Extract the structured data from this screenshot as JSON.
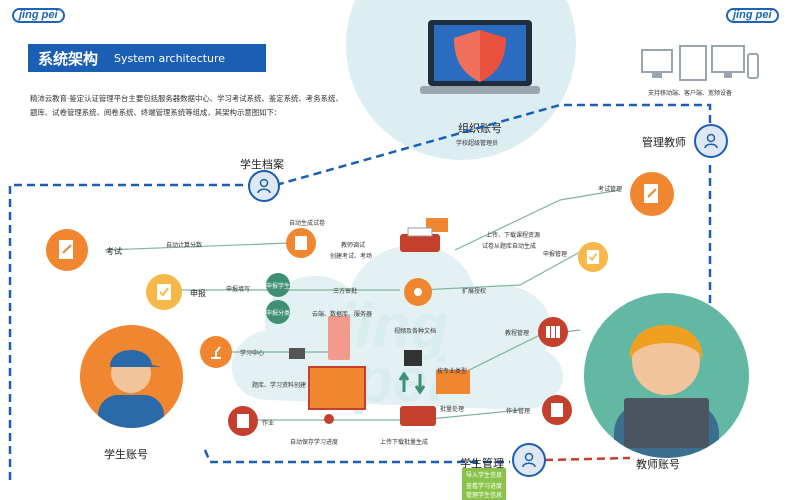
{
  "logo_text": "jing pei",
  "header": {
    "title_zh": "系统架构",
    "title_en": "System architecture"
  },
  "intro": "精沛云教育·鉴定认证管理平台主要包括服务器数据中心、学习考试系统、鉴定系统、考务系统、题库、试卷管理系统、阅卷系统、终端管理系统等组成，其架构示意图如下：",
  "devices_caption": "支持移动端、客户端、宽频设备",
  "nodes": {
    "org_account": "组织账号",
    "org_admin": "学校超级管理员",
    "student_file": "学生档案",
    "manage_teacher": "管理教师",
    "student_account": "学生账号",
    "teacher_account": "教师账号",
    "student_manage": "学生管理"
  },
  "student_modules": {
    "exam": "考试",
    "declare": "申报",
    "learning_center": "学习中心",
    "homework": "作业"
  },
  "teacher_modules": {
    "exam_manage": "考试管理",
    "declare_manage": "申报管理",
    "teaching_manage": "教程管理",
    "homework_manage": "作业管理"
  },
  "flow_labels": {
    "auto_paper": "自动生成试卷",
    "auto_score": "自动计算分数",
    "proctor": "教师调试",
    "create_exam": "创建考试、考场",
    "upload_dl": "上传、下载课程资源",
    "paper_auto": "试卷从题库自动生成",
    "declare_fill": "申报填写",
    "declare_student": "申报学生",
    "declare_classify": "申报分类",
    "third_review": "三方审批",
    "expand_auth": "扩展授权",
    "cloud_db": "云端、数据库、服务器",
    "video_docs": "视频及各种文档",
    "by_major": "按专业类型",
    "batch_process": "批量处理",
    "question_create": "题库、学习资料创建",
    "auto_save": "自动保存学习进度",
    "upload_gen": "上传下载批量生成"
  },
  "student_manage_items": [
    "导入学生信息",
    "查看学习进度",
    "管理学生信息"
  ],
  "colors": {
    "blue": "#1b5fb5",
    "orange": "#f0862f",
    "red_brown": "#c53f2d",
    "teal": "#3e8f74",
    "green": "#7aa340"
  }
}
